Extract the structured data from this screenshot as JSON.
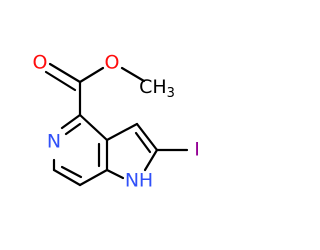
{
  "molecule": {
    "atoms": {
      "o_carbonyl": {
        "label": "O",
        "color": "#ff0d0d"
      },
      "o_ester": {
        "label": "O",
        "color": "#ff0d0d"
      },
      "methyl": {
        "label": "CH",
        "subscript": "3",
        "color": "#000000"
      },
      "n_pyridine": {
        "label": "N",
        "color": "#3050f8"
      },
      "n_pyrrole": {
        "label": "N",
        "color": "#3050f8"
      },
      "h_pyrrole": {
        "label": "H",
        "color": "#3050f8"
      },
      "iodine": {
        "label": "I",
        "color": "#940094"
      }
    },
    "colors": {
      "bond": "#000000",
      "oxygen": "#ff0d0d",
      "nitrogen": "#3050f8",
      "iodine": "#940094"
    }
  }
}
